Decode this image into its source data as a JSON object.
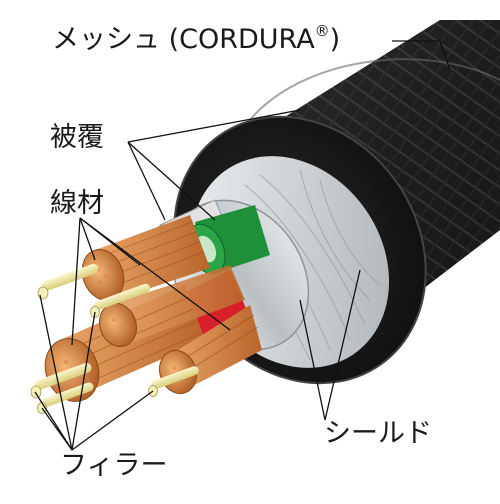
{
  "labels": {
    "mesh": "メッシュ (CORDURA",
    "mesh_mark": "®",
    "mesh_close": ")",
    "sheath": "被覆",
    "wire": "線材",
    "shield": "シールド",
    "filler": "フィラー"
  },
  "colors": {
    "jacket": "#1e1e1e",
    "jacket_highlight": "#6a6a6a",
    "shield_braid": "#d8dde0",
    "foil": "#cfd4d6",
    "copper": "#c8743a",
    "copper_light": "#f0b070",
    "insulation_green": "#1f8f3a",
    "insulation_white": "#eaeaea",
    "insulation_red": "#d8202a",
    "filler": "#efe6a0",
    "leader_line": "#111111"
  }
}
